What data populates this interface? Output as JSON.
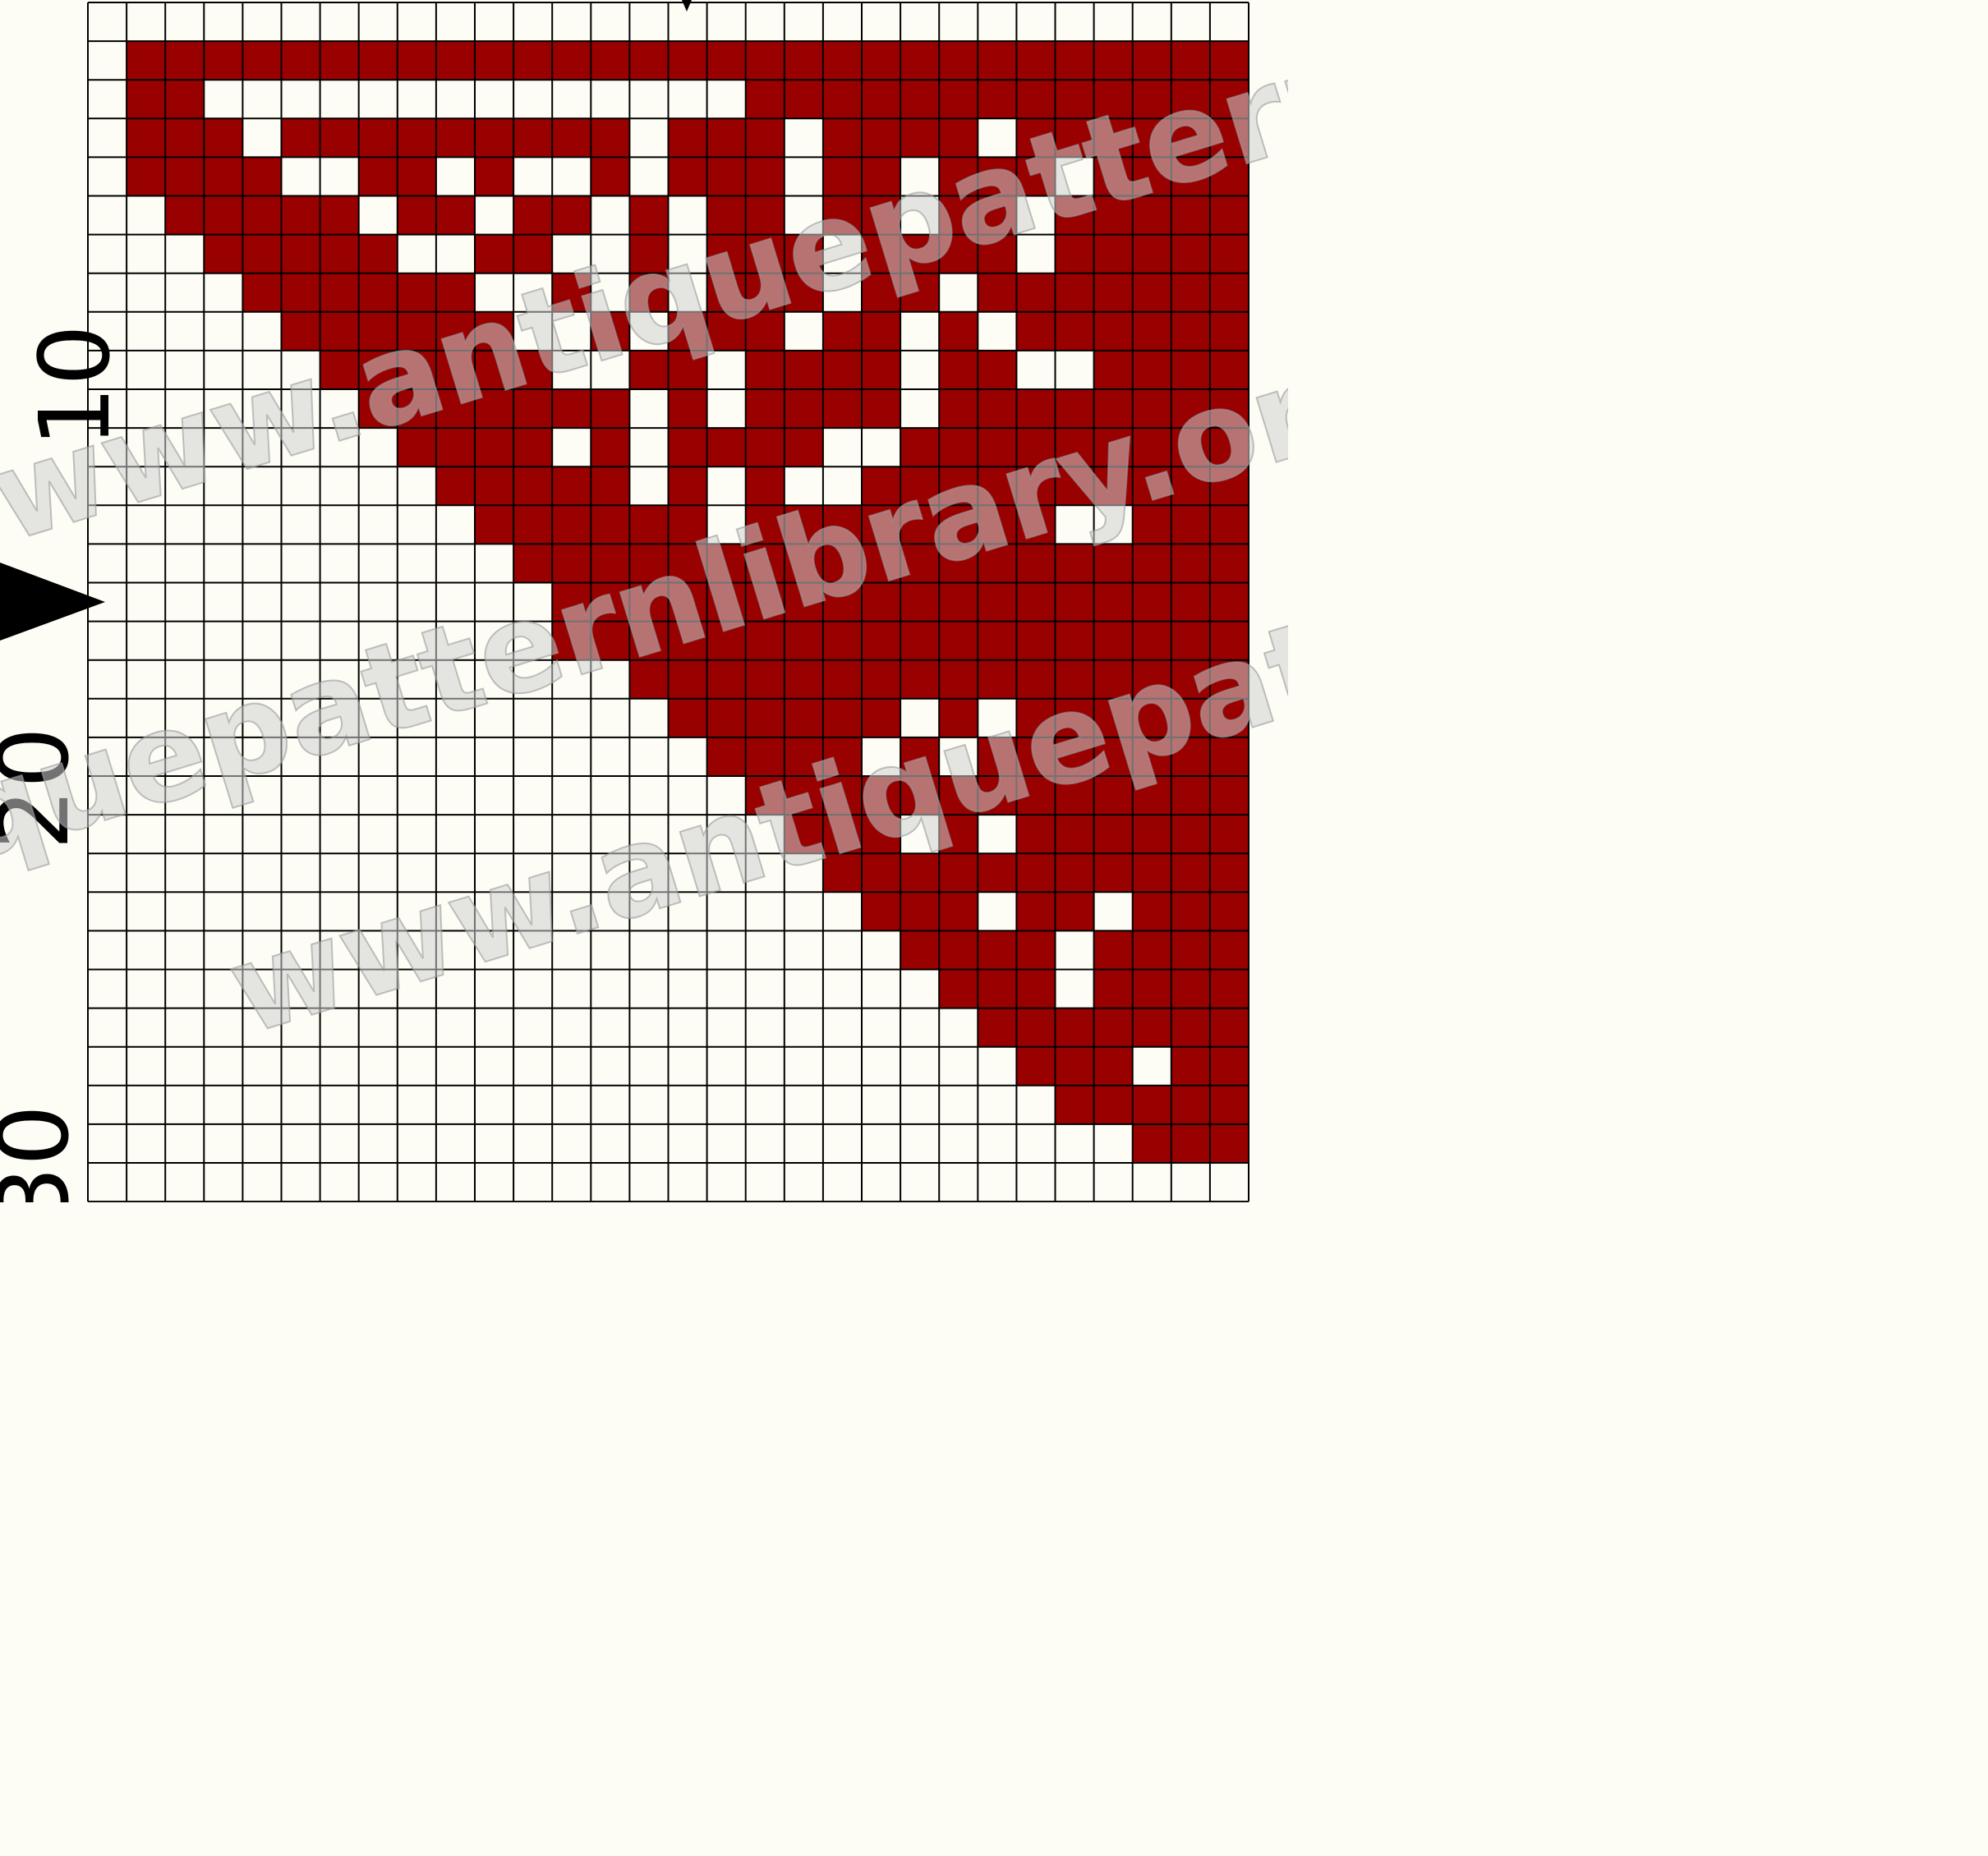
{
  "pattern": {
    "colors": {
      "background": "#fdfdf6",
      "stitch": "#990000",
      "gridline": "#000000"
    },
    "rows": [
      "..............................",
      ".XXXXXXXXXXXXXXXXXXXXXXXXXXXXX",
      ".XX..............XXXXXXXXXXXXX",
      ".XXX.XXXXXXXXX.XXX.XXXX.XXXXXX",
      ".XXXX..XX.X..X.XXX.XX.XXX.XXXX",
      "..XXXXX.XX.XX.X.XX.XX.XX.XXXXX",
      "...XXXXX..XX..X.XXX.XXXX.XXXXX",
      "....XXXXXX..X.X.XXX.XX.XXXXXXX",
      ".....XXXXXX..X.XXX.XX.X.XXXXXX",
      "......XXXXXX..XX.XXXX.XX..XXXX",
      ".......XXXXXXX.X.XXXX.XXXXXXXX",
      "........XXXX.X.XXXX..XXXXXXXXX",
      ".........XXXXX.X.X..XXXXXXXXXX",
      "..........XXXXXX.XXXXXXXX..XXX",
      "...........XXXXXXXXXXXXXXXXXXX",
      "............XXXXXXXXXXXXXXXXXX",
      "............XXXXXXXXXXXXXXXXXX",
      "..............XXXXXXXXXXXXXXXX",
      "...............XXXXXX.X.XXXXXX",
      "................XXXX.X.XXXXXXX",
      ".................XXXXXXXXXXXXX",
      "..................XXX.X.XXXXXX",
      "...................XXXXXXXXXXX",
      "....................XXX.XX.XXX",
      ".....................XXXX.XXXX",
      "......................XXX.XXXX",
      ".......................XXXXXXX",
      "........................XXX.XX",
      ".........................XXXXX",
      "...........................XXX",
      ".............................."
    ]
  },
  "row_numbers": [
    "10",
    "20",
    "30"
  ],
  "markers": {
    "center_row_marker": "triangle-arrow-icon"
  },
  "watermark": {
    "lines": [
      "www.antiquepatternlibrary",
      "quepatternlibrary.org",
      "www.antiquepattern"
    ]
  }
}
